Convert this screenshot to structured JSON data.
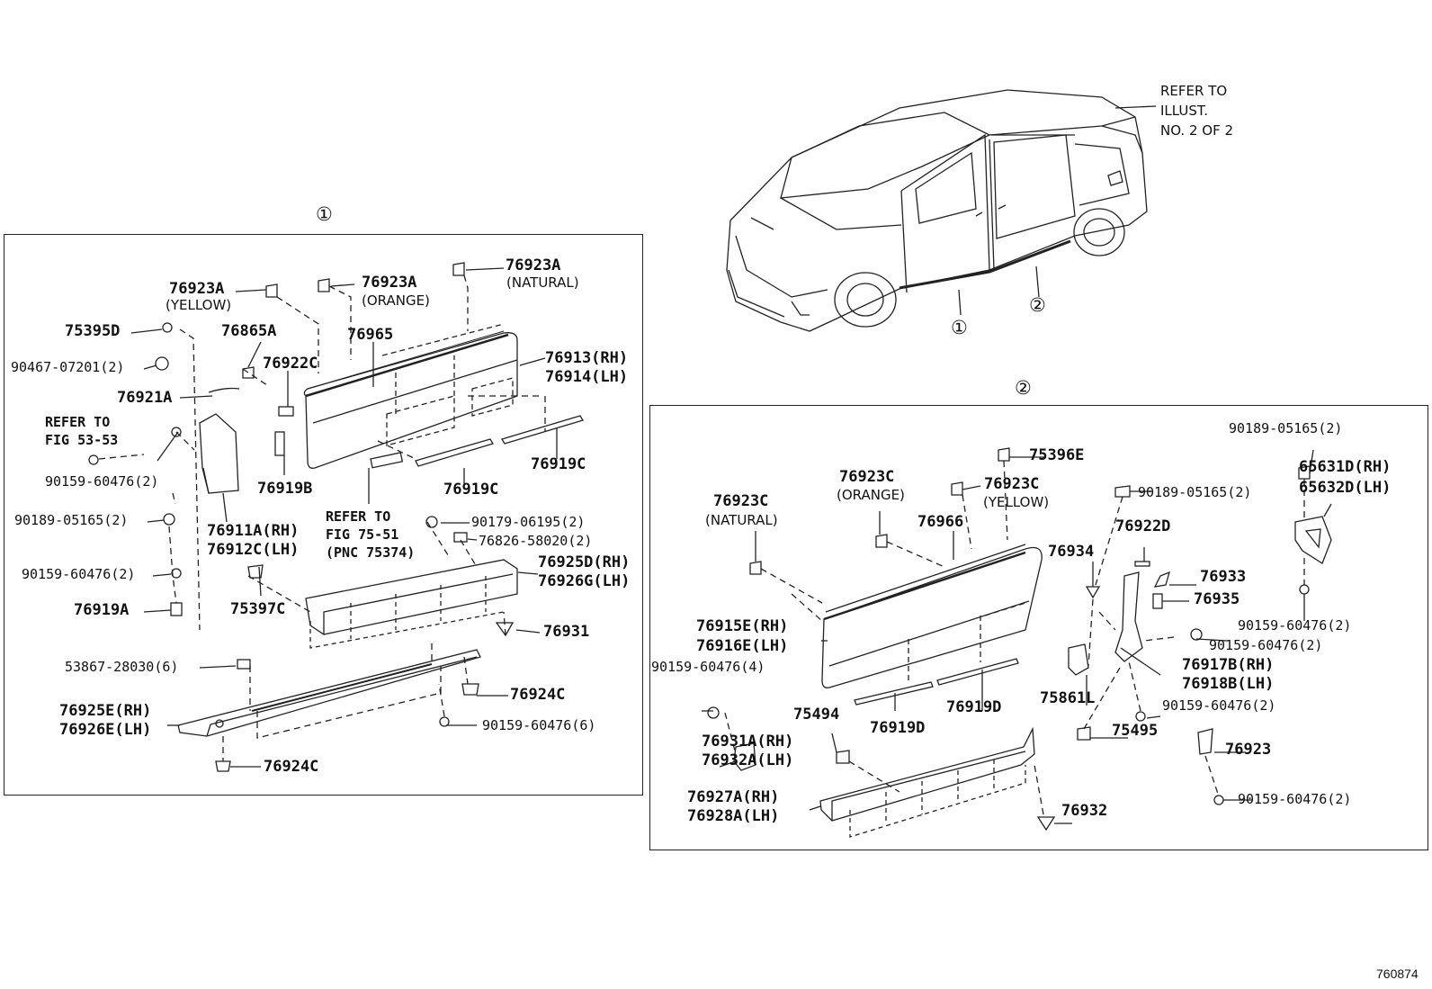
{
  "top": {
    "refer_illust": "REFER TO\nILLUST.\nNO. 2 OF 2",
    "callout_1": "①",
    "callout_2": "②",
    "figure_id": "760874"
  },
  "section1": {
    "marker": "①",
    "labels": {
      "p76923a_y": "76923A",
      "yellow": "(YELLOW)",
      "p76923a_o": "76923A",
      "orange": "(ORANGE)",
      "p76923a_n": "76923A",
      "natural": "(NATURAL)",
      "p75395d": "75395D",
      "p76865a": "76865A",
      "p76965": "76965",
      "p90467": "90467-07201(2)",
      "p76922c": "76922C",
      "p76913": "76913(RH)",
      "p76914": "76914(LH)",
      "p76921a": "76921A",
      "refer53": "REFER TO\nFIG 53-53",
      "p90159a": "90159-60476(2)",
      "p76919b": "76919B",
      "p76919c_a": "76919C",
      "p76919c_b": "76919C",
      "refer75": "REFER TO\nFIG 75-51\n(PNC 75374)",
      "p90189": "90189-05165(2)",
      "p76911a": "76911A(RH)",
      "p76912c": "76912C(LH)",
      "p90179": "90179-06195(2)",
      "p76826": "76826-58020(2)",
      "p76925d": "76925D(RH)",
      "p76926g": "76926G(LH)",
      "p90159b": "90159-60476(2)",
      "p75397c": "75397C",
      "p76919a": "76919A",
      "p76931": "76931",
      "p53867": "53867-28030(6)",
      "p76924c_a": "76924C",
      "p76925e": "76925E(RH)",
      "p76926e": "76926E(LH)",
      "p90159c": "90159-60476(6)",
      "p76924c_b": "76924C"
    }
  },
  "section2": {
    "marker": "②",
    "labels": {
      "p90189a": "90189-05165(2)",
      "p65631d": "65631D(RH)",
      "p65632d": "65632D(LH)",
      "p75396e": "75396E",
      "p76923c_o": "76923C",
      "orange": "(ORANGE)",
      "p76923c_y": "76923C",
      "yellow": "(YELLOW)",
      "p90189b": "90189-05165(2)",
      "p76923c_n": "76923C",
      "natural": "(NATURAL)",
      "p76966": "76966",
      "p76922d": "76922D",
      "p76934": "76934",
      "p76933": "76933",
      "p76935": "76935",
      "p90159a": "90159-60476(2)",
      "p76915e": "76915E(RH)",
      "p76916e": "76916E(LH)",
      "p90159b": "90159-60476(2)",
      "p90159c": "90159-60476(4)",
      "p76917b": "76917B(RH)",
      "p76918b": "76918B(LH)",
      "p75861l": "75861L",
      "p90159d": "90159-60476(2)",
      "p75494": "75494",
      "p76919d_a": "76919D",
      "p76919d_b": "76919D",
      "p75495": "75495",
      "p76931a": "76931A(RH)",
      "p76932a": "76932A(LH)",
      "p76923": "76923",
      "p90159e": "90159-60476(2)",
      "p76927a": "76927A(RH)",
      "p76928a": "76928A(LH)",
      "p76932": "76932"
    }
  }
}
